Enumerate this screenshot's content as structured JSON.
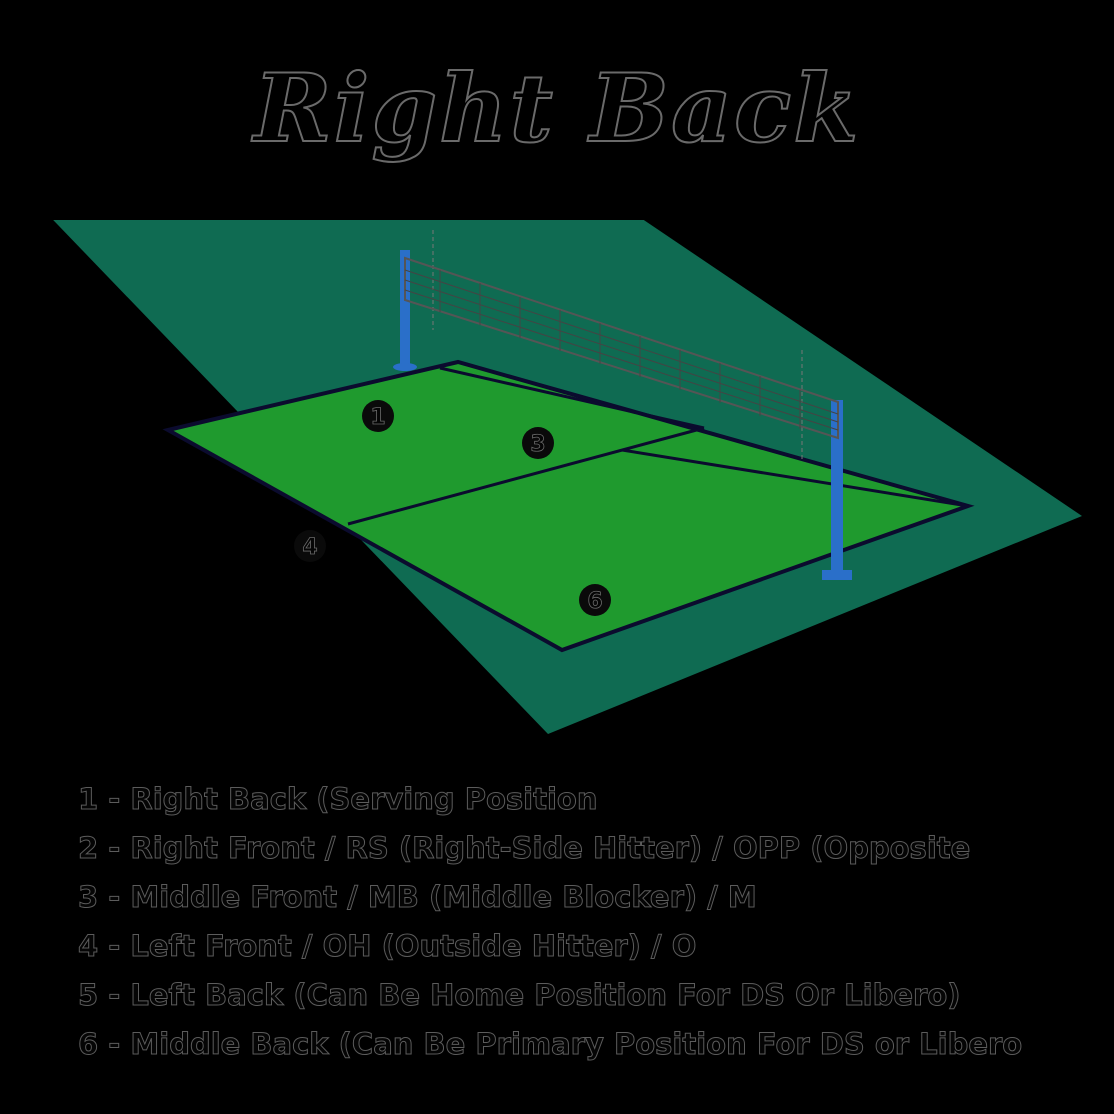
{
  "title": "Right Back",
  "markers": [
    "1",
    "3",
    "4",
    "6"
  ],
  "legend": [
    "1 - Right Back (Serving Position",
    "2 - Right Front / RS (Right-Side Hitter) / OPP (Opposite",
    "3 - Middle Front / MB (Middle Blocker) / M",
    "4 - Left Front / OH (Outside Hitter) / O",
    "5 - Left Back (Can Be Home Position For DS Or Libero)",
    "6 - Middle Back (Can Be Primary Position For DS or Libero"
  ],
  "colors": {
    "background": "#000000",
    "surround": "#0f6b52",
    "court": "#1f9a2e",
    "lines": "#0b0b2e",
    "post": "#2a6fc9",
    "net": "#555555"
  }
}
